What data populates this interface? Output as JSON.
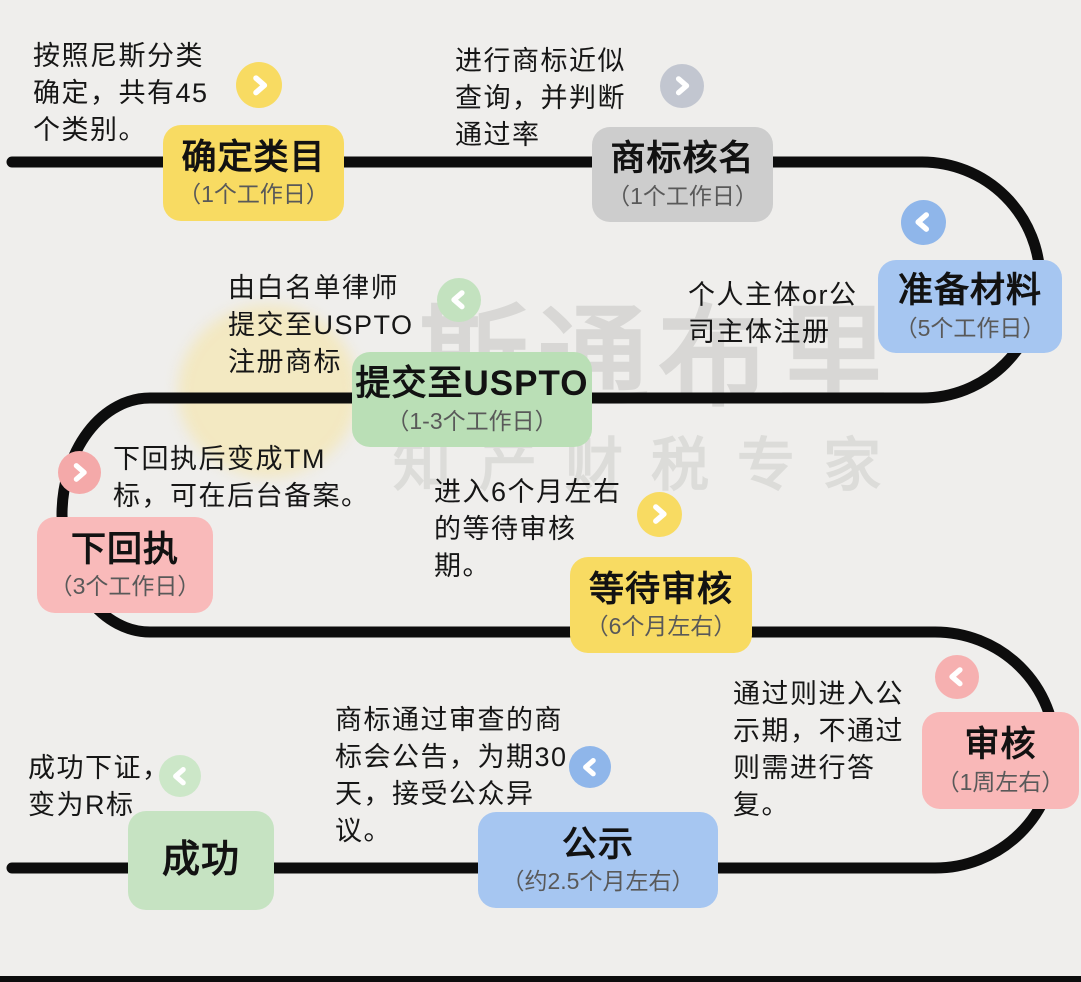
{
  "background": "#efeeec",
  "flow": {
    "line_color": "#0d0d0d"
  },
  "watermark": {
    "line1": "斯通布里",
    "line2": "知产财税专家"
  },
  "steps": [
    {
      "name": "determine-category",
      "title": "确定类目",
      "duration": "（1个工作日）",
      "note": "按照尼斯分类\n确定，共有45\n个类别。",
      "box_color": "#f8db62",
      "circle_color": "#f8db62",
      "arrow": "right"
    },
    {
      "name": "trademark-name-check",
      "title": "商标核名",
      "duration": "（1个工作日）",
      "note": "进行商标近似\n查询，并判断\n通过率",
      "box_color": "#cdcdcd",
      "circle_color": "#c2c6d0",
      "arrow": "right"
    },
    {
      "name": "prepare-materials",
      "title": "准备材料",
      "duration": "（5个工作日）",
      "note": "个人主体or公\n司主体注册",
      "box_color": "#a6c6f1",
      "circle_color": "#8fb6ea",
      "arrow": "left"
    },
    {
      "name": "submit-to-uspto",
      "title": "提交至USPTO",
      "duration": "（1-3个工作日）",
      "note": "由白名单律师\n提交至USPTO\n注册商标",
      "box_color": "#badfb6",
      "circle_color": "#c3e2bf",
      "arrow": "left"
    },
    {
      "name": "receive-receipt",
      "title": "下回执",
      "duration": "（3个工作日）",
      "note": "下回执后变成TM\n标，可在后台备案。",
      "box_color": "#f9baba",
      "circle_color": "#f4a9a9",
      "arrow": "right"
    },
    {
      "name": "awaiting-review",
      "title": "等待审核",
      "duration": "（6个月左右）",
      "note": "进入6个月左右\n的等待审核\n期。",
      "box_color": "#f8db62",
      "circle_color": "#f8db62",
      "arrow": "right"
    },
    {
      "name": "review",
      "title": "审核",
      "duration": "（1周左右）",
      "note": "通过则进入公\n示期，不通过\n则需进行答\n复。",
      "box_color": "#f9b8b8",
      "circle_color": "#f6b0b0",
      "arrow": "left"
    },
    {
      "name": "publication",
      "title": "公示",
      "duration": "（约2.5个月左右）",
      "note": "商标通过审查的商\n标会公告，为期30\n天，接受公众异\n议。",
      "box_color": "#a6c6f1",
      "circle_color": "#8fb6ea",
      "arrow": "left"
    },
    {
      "name": "success",
      "title": "成功",
      "duration": "",
      "note": "成功下证，\n变为R标",
      "box_color": "#c6e3c2",
      "circle_color": "#cce7c8",
      "arrow": "left"
    }
  ]
}
